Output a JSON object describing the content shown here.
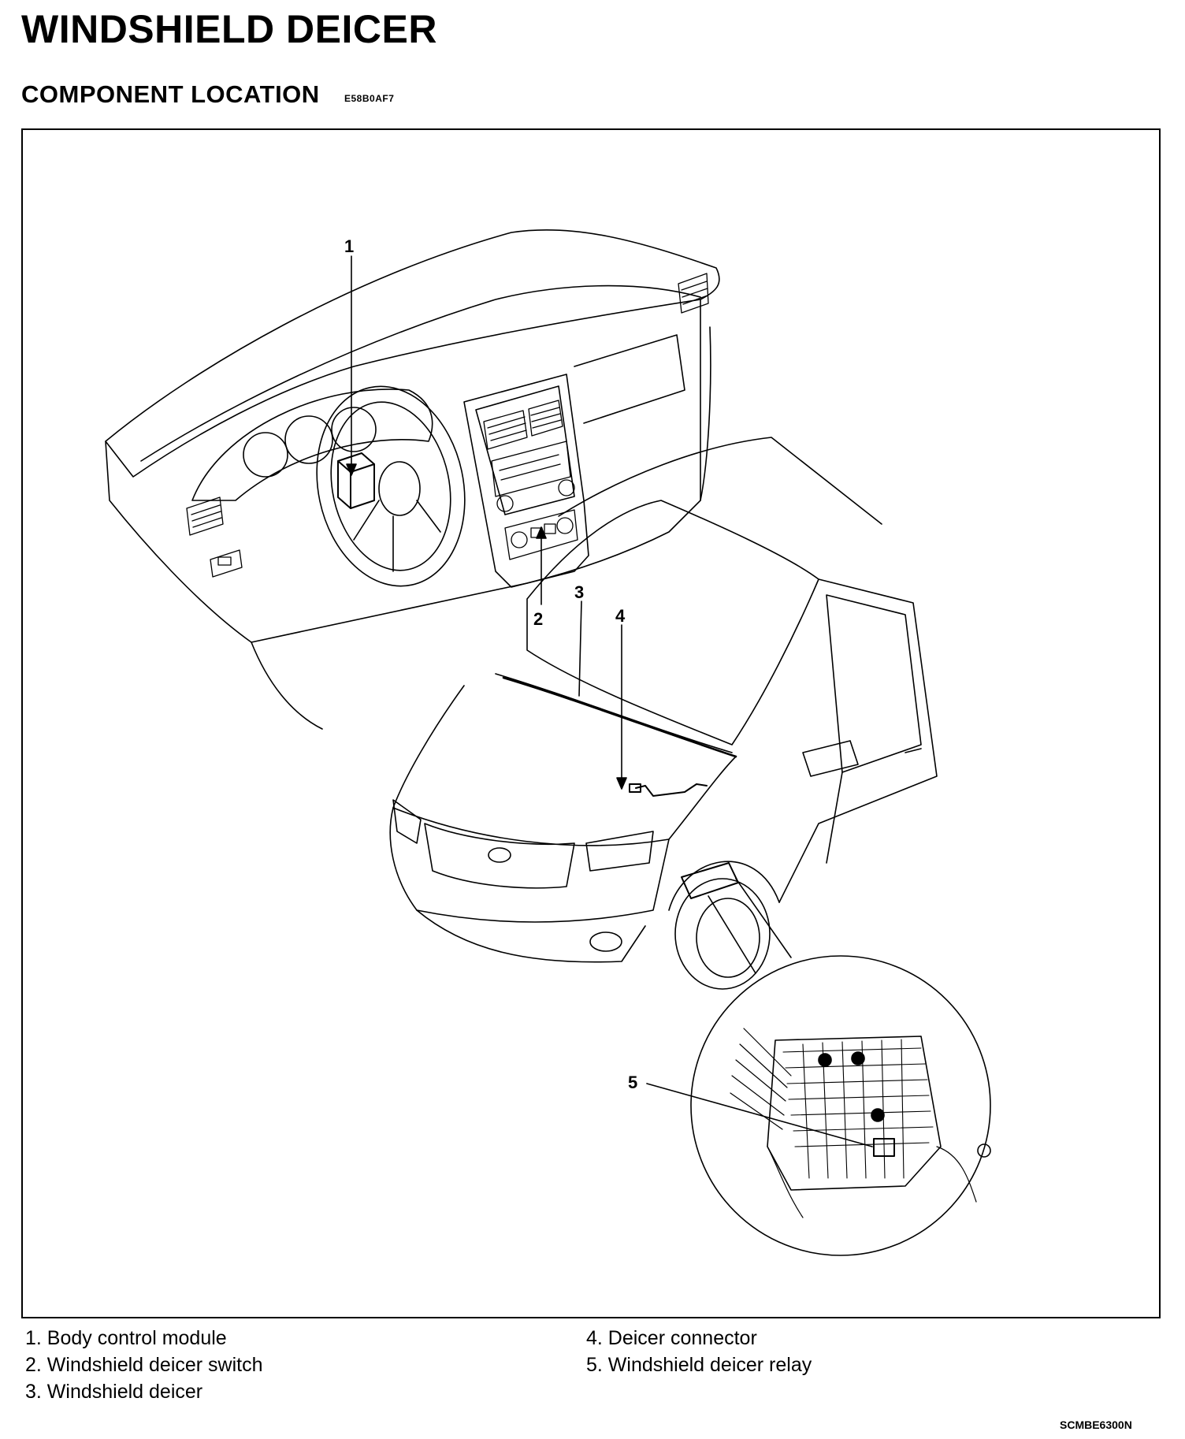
{
  "title": "WINDSHIELD DEICER",
  "subtitle": "COMPONENT LOCATION",
  "section_code": "E58B0AF7",
  "callouts": [
    "1",
    "2",
    "3",
    "4",
    "5"
  ],
  "legend": [
    {
      "text": "1. Body control module"
    },
    {
      "text": "2. Windshield deicer switch"
    },
    {
      "text": "3. Windshield deicer"
    },
    {
      "text": "4. Deicer connector"
    },
    {
      "text": "5. Windshield deicer relay"
    }
  ],
  "figure_id": "SCMBE6300N"
}
